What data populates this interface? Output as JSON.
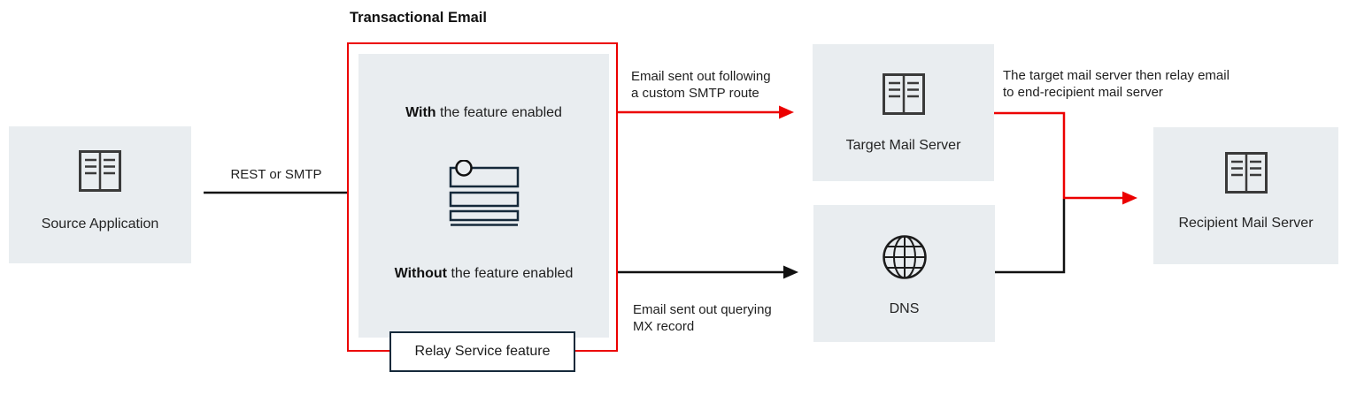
{
  "diagram": {
    "title": "Transactional Email",
    "colors": {
      "accent_red": "#ec0000",
      "line_black": "#111111",
      "panel_bg": "#e9edf0",
      "navy_border": "#15293a",
      "icon_gray": "#3a3a3a"
    },
    "nodes": {
      "source": {
        "label": "Source Application",
        "icon": "server-icon"
      },
      "target": {
        "label": "Target Mail Server",
        "icon": "server-icon"
      },
      "dns": {
        "label": "DNS",
        "icon": "globe-icon"
      },
      "recipient": {
        "label": "Recipient Mail Server",
        "icon": "server-icon"
      }
    },
    "feature_box": {
      "with_bold": "With",
      "with_rest": " the feature enabled",
      "without_bold": "Without",
      "without_rest": " the feature enabled",
      "icon": "relay-settings-icon",
      "badge": "Relay Service feature"
    },
    "edges": {
      "rest_smtp": "REST or SMTP",
      "custom_route": [
        "Email sent out following",
        "a custom SMTP route"
      ],
      "mx_query": [
        "Email sent out querying",
        "MX record"
      ],
      "relay": [
        "The target mail server then relay email",
        "to end-recipient mail server"
      ]
    }
  }
}
